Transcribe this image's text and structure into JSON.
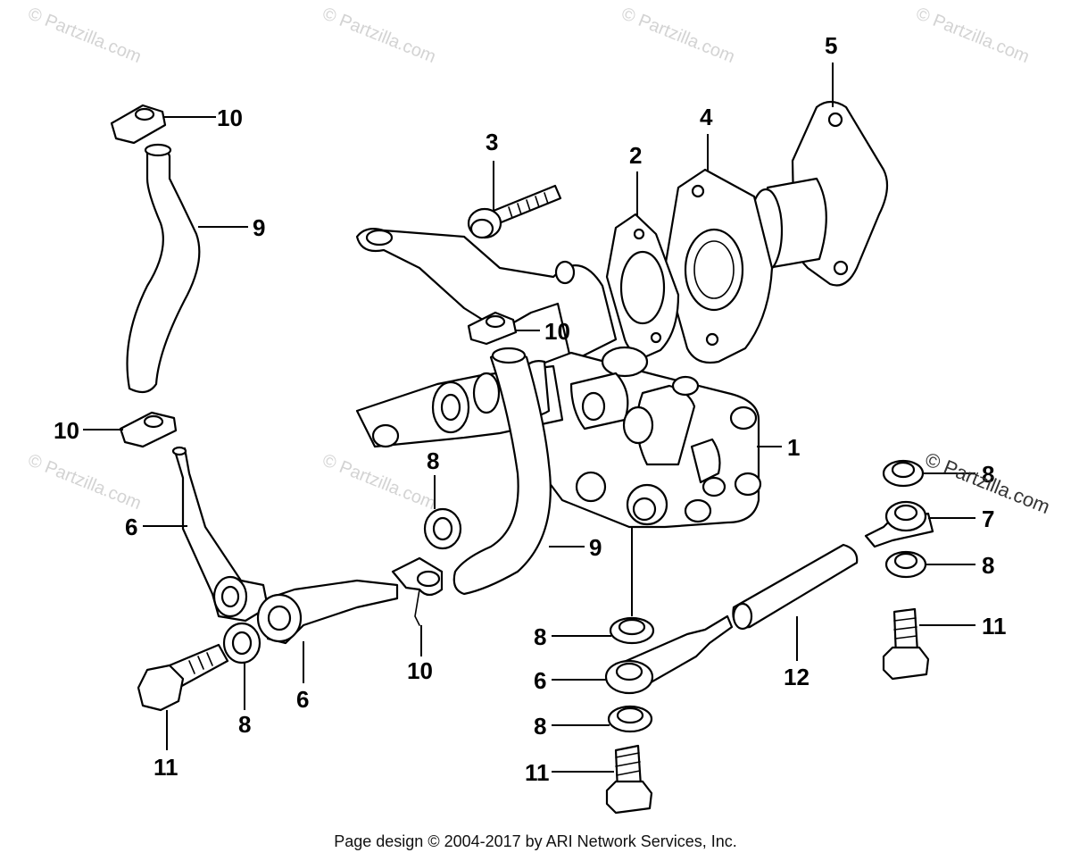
{
  "watermark": "© Partzilla.com",
  "footer": "Page design © 2004-2017 by ARI Network Services, Inc.",
  "callouts": {
    "c1": "1",
    "c2": "2",
    "c3": "3",
    "c4": "4",
    "c5": "5",
    "c6a": "6",
    "c6b": "6",
    "c6c": "6",
    "c7": "7",
    "c8a": "8",
    "c8b": "8",
    "c8c": "8",
    "c8d": "8",
    "c8e": "8",
    "c8f": "8",
    "c9a": "9",
    "c9b": "9",
    "c10a": "10",
    "c10b": "10",
    "c10c": "10",
    "c10d": "10",
    "c11a": "11",
    "c11b": "11",
    "c11c": "11",
    "c12": "12"
  }
}
